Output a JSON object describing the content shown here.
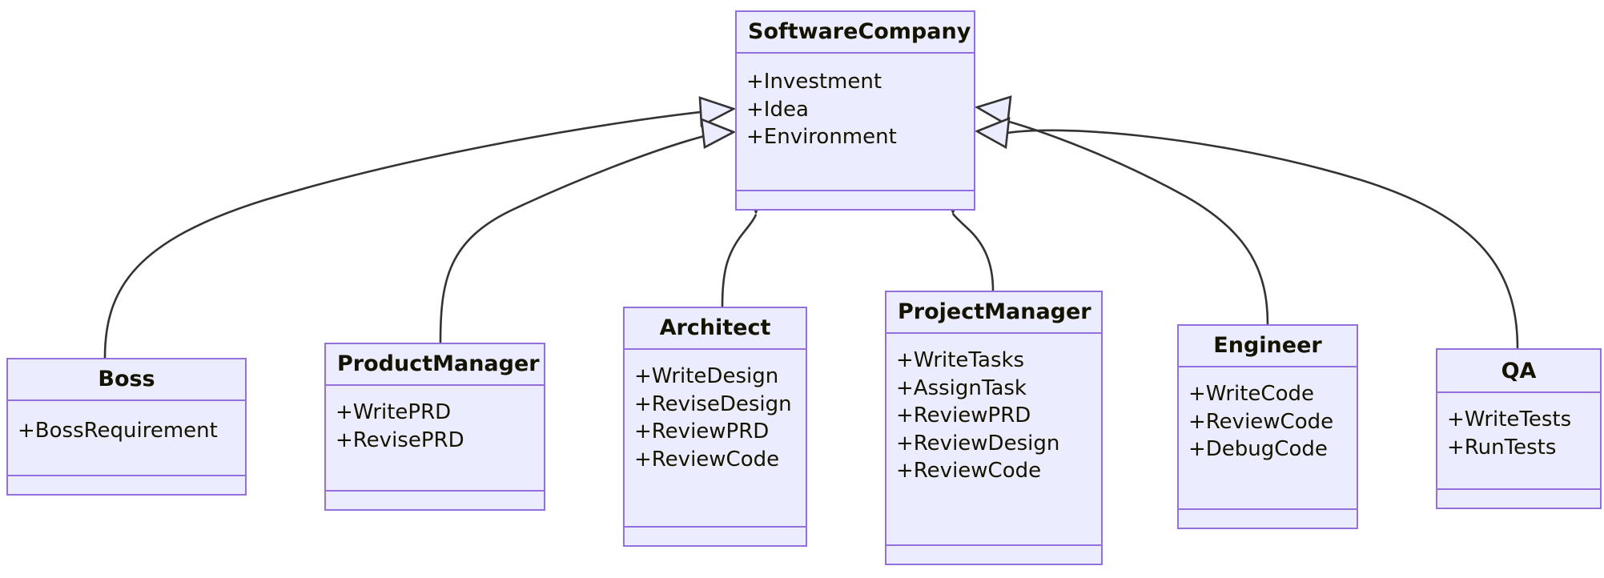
{
  "diagram": {
    "kind": "uml-class-diagram",
    "relationship": "generalization",
    "colors": {
      "class_fill": "#ECECFF",
      "class_border": "#9370DB",
      "edge_stroke": "#333333",
      "text": "#131300",
      "background": "#FFFFFF",
      "arrowhead_fill": "#ECECFF"
    },
    "classes": [
      {
        "id": "softwarecompany",
        "name": "SoftwareCompany",
        "attributes": [
          "+Investment",
          "+Idea",
          "+Environment"
        ],
        "methods": []
      },
      {
        "id": "boss",
        "name": "Boss",
        "attributes": [
          "+BossRequirement"
        ],
        "methods": []
      },
      {
        "id": "productmanager",
        "name": "ProductManager",
        "attributes": [
          "+WritePRD",
          "+RevisePRD"
        ],
        "methods": []
      },
      {
        "id": "architect",
        "name": "Architect",
        "attributes": [
          "+WriteDesign",
          "+ReviseDesign",
          "+ReviewPRD",
          "+ReviewCode"
        ],
        "methods": []
      },
      {
        "id": "projectmanager",
        "name": "ProjectManager",
        "attributes": [
          "+WriteTasks",
          "+AssignTask",
          "+ReviewPRD",
          "+ReviewDesign",
          "+ReviewCode"
        ],
        "methods": []
      },
      {
        "id": "engineer",
        "name": "Engineer",
        "attributes": [
          "+WriteCode",
          "+ReviewCode",
          "+DebugCode"
        ],
        "methods": []
      },
      {
        "id": "qa",
        "name": "QA",
        "attributes": [
          "+WriteTests",
          "+RunTests"
        ],
        "methods": []
      }
    ],
    "edges": [
      {
        "id": "edge-boss",
        "from": "boss",
        "to": "softwarecompany",
        "type": "inheritance"
      },
      {
        "id": "edge-productmanager",
        "from": "productmanager",
        "to": "softwarecompany",
        "type": "inheritance"
      },
      {
        "id": "edge-architect",
        "from": "architect",
        "to": "softwarecompany",
        "type": "inheritance"
      },
      {
        "id": "edge-projectmanager",
        "from": "projectmanager",
        "to": "softwarecompany",
        "type": "inheritance"
      },
      {
        "id": "edge-engineer",
        "from": "engineer",
        "to": "softwarecompany",
        "type": "inheritance"
      },
      {
        "id": "edge-qa",
        "from": "qa",
        "to": "softwarecompany",
        "type": "inheritance"
      }
    ]
  }
}
